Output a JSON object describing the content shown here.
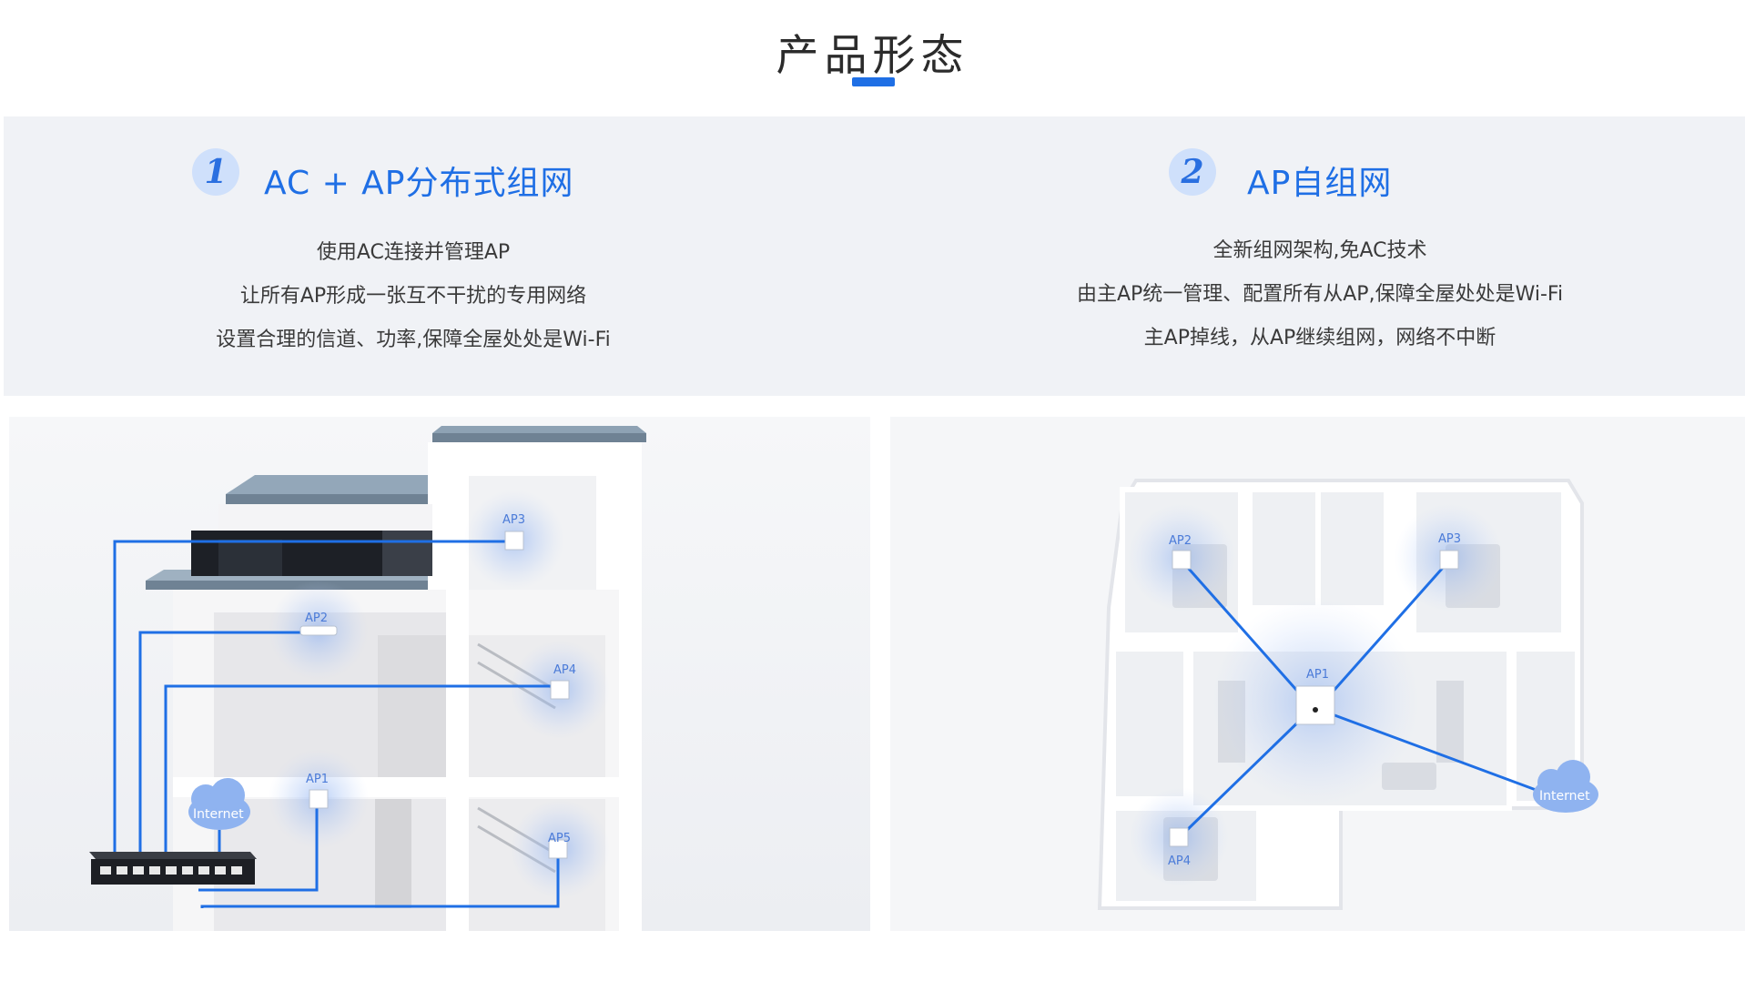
{
  "page_title": "产品形态",
  "colors": {
    "accent": "#1f6fe5",
    "band": "#f0f2f6",
    "badge": "#cfe0fb"
  },
  "sections": [
    {
      "number": "1",
      "title": "AC + AP分布式组网",
      "lines": [
        "使用AC连接并管理AP",
        "让所有AP形成一张互不干扰的专用网络",
        "设置合理的信道、功率,保障全屋处处是Wi-Fi"
      ]
    },
    {
      "number": "2",
      "title": "AP自组网",
      "lines": [
        "全新组网架构,免AC技术",
        "由主AP统一管理、配置所有从AP,保障全屋处处是Wi-Fi",
        "主AP掉线，从AP继续组网，网络不中断"
      ]
    }
  ],
  "diagram_left": {
    "ap_labels": [
      "AP1",
      "AP2",
      "AP3",
      "AP4",
      "AP5"
    ],
    "cloud": "Internet",
    "icons": [
      "network-switch-icon",
      "cloud-icon",
      "access-point-icon"
    ]
  },
  "diagram_right": {
    "ap_labels": [
      "AP1",
      "AP2",
      "AP3",
      "AP4"
    ],
    "cloud": "Internet",
    "icons": [
      "cloud-icon",
      "access-point-icon"
    ]
  }
}
